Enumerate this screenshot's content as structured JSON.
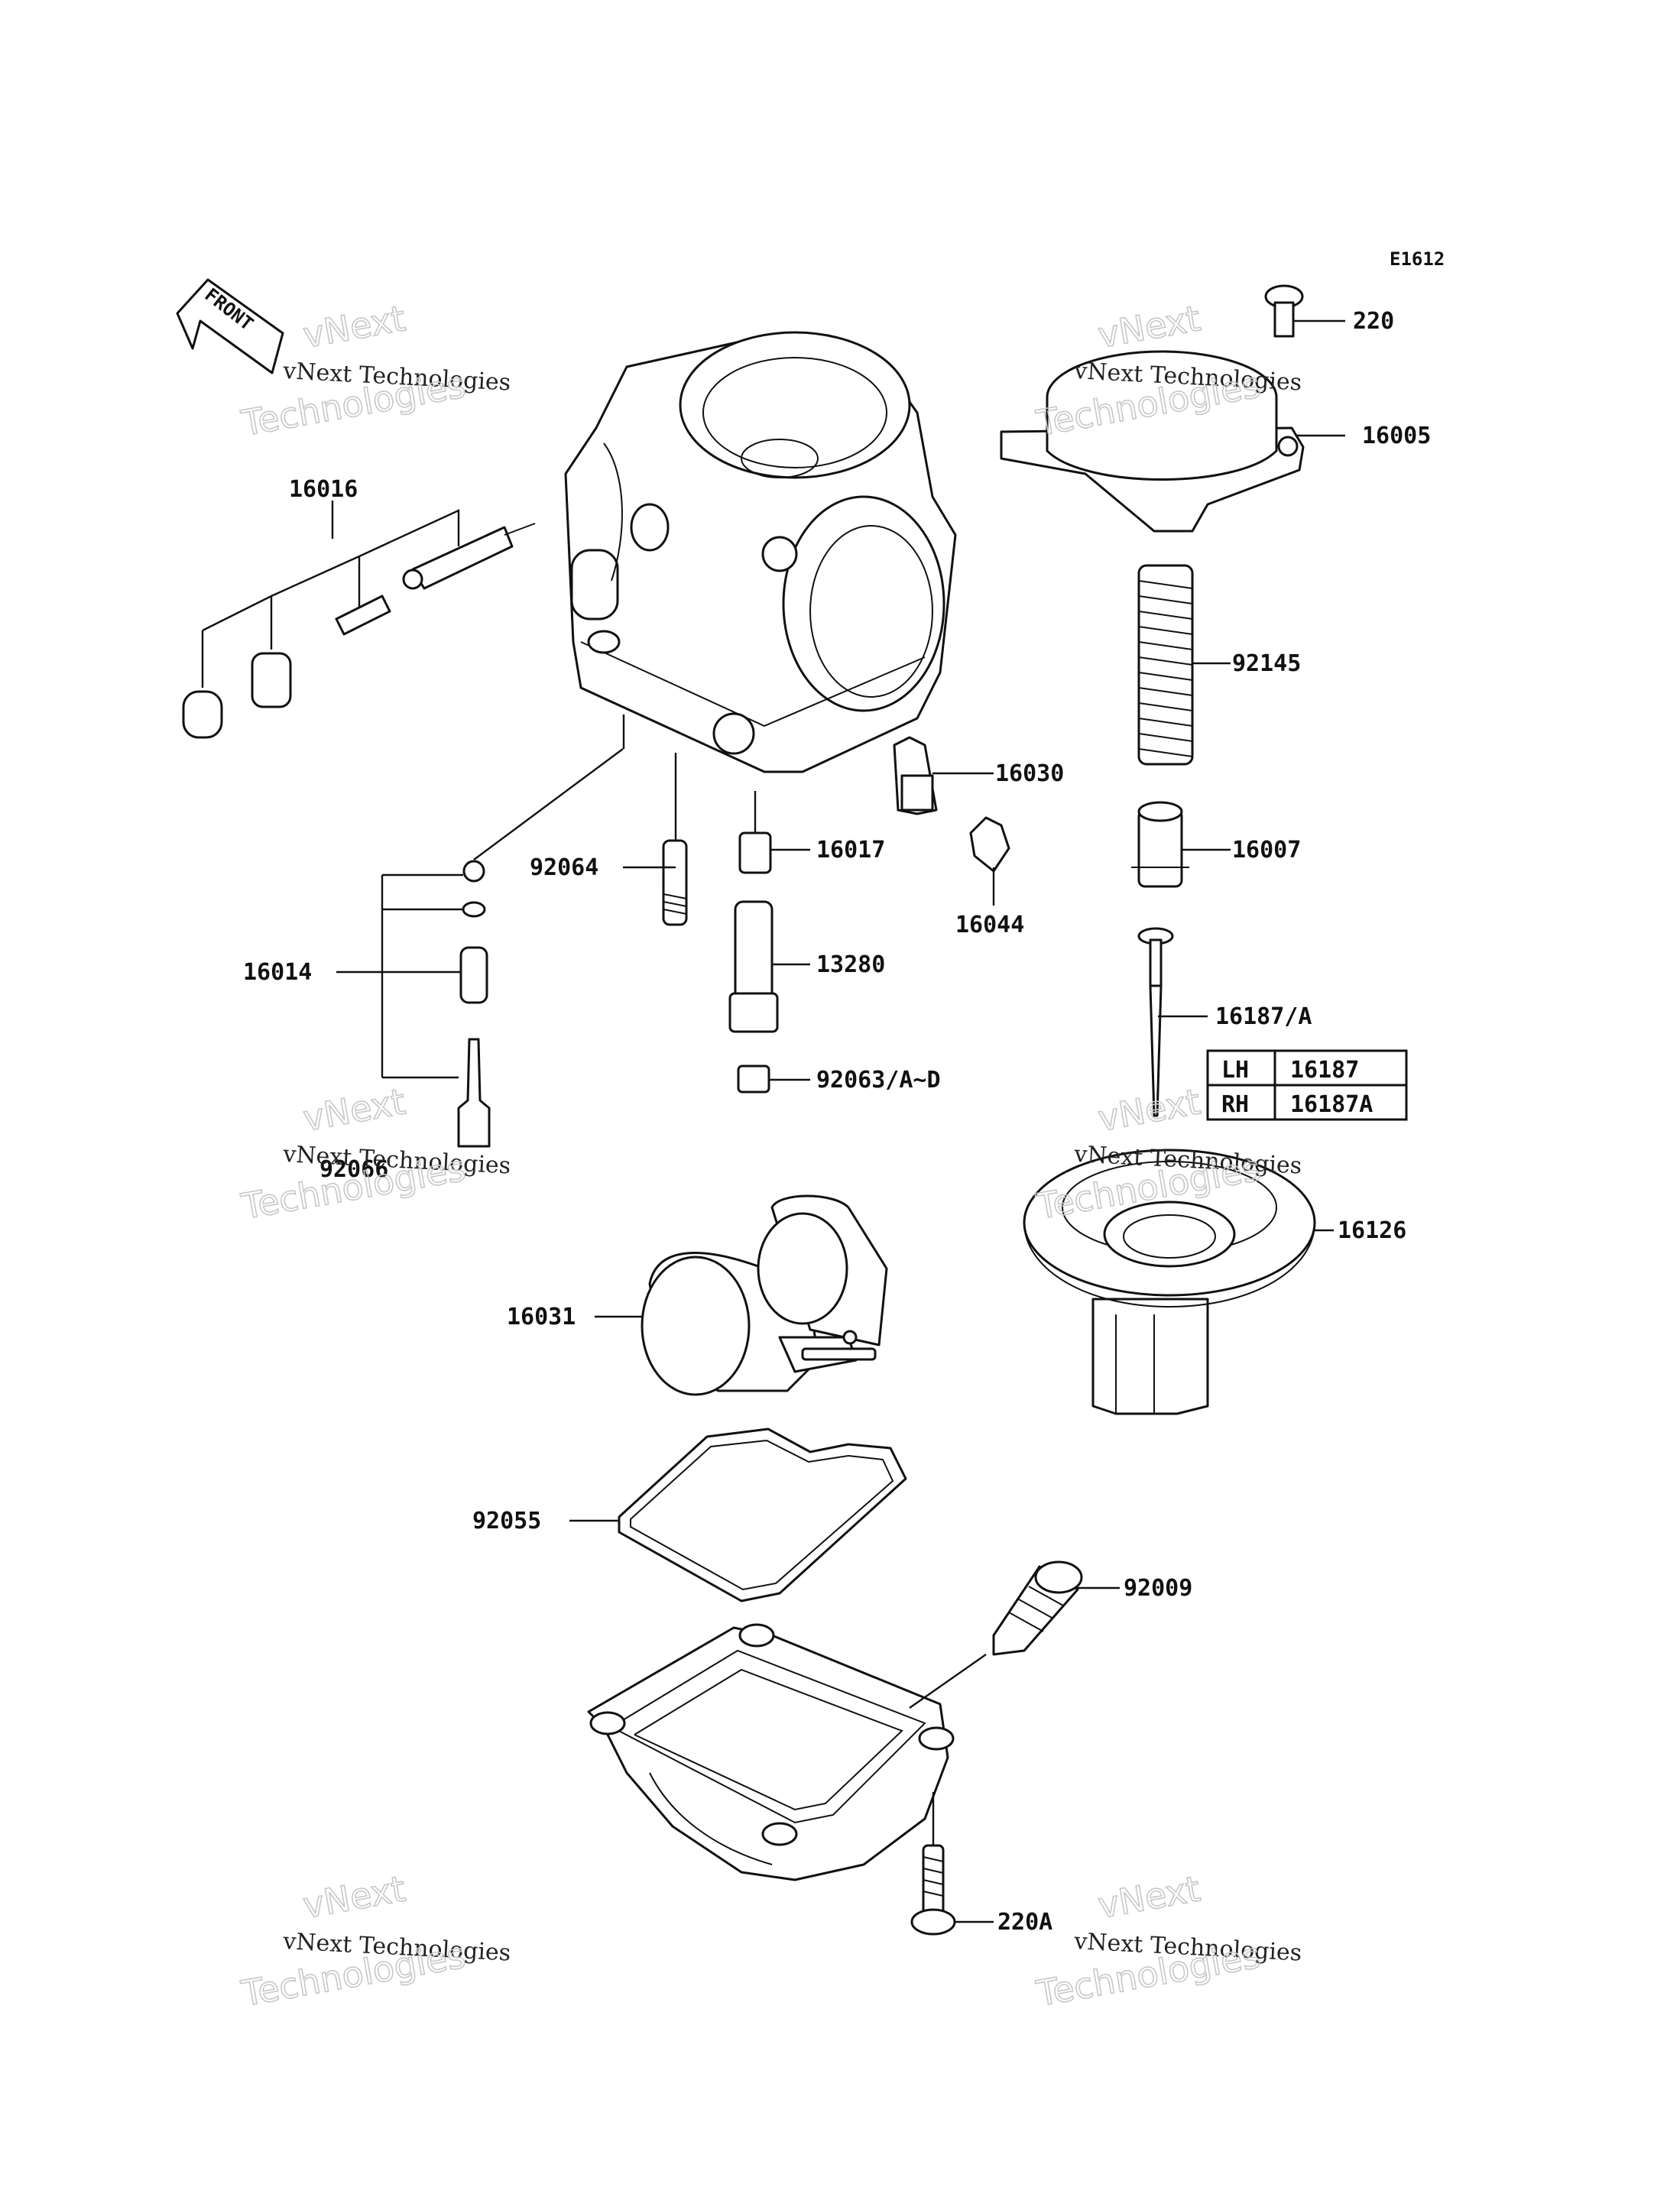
{
  "diagram": {
    "ref_code": "E1612",
    "front_label": "FRONT",
    "watermark": {
      "line1": "vNext Technologies",
      "line2": "vNext",
      "line3": "Technologies"
    },
    "callouts": {
      "p220": "220",
      "p16005": "16005",
      "p16016": "16016",
      "p92145": "92145",
      "p16030": "16030",
      "p16017": "16017",
      "p92064": "92064",
      "p16007": "16007",
      "p16044": "16044",
      "p13280": "13280",
      "p16014": "16014",
      "p16187a": "16187/A",
      "p92063": "92063/A~D",
      "p92066": "92066",
      "p16126": "16126",
      "p16031": "16031",
      "p92055": "92055",
      "p92009": "92009",
      "p220a": "220A"
    },
    "side_table": [
      {
        "side": "LH",
        "part": "16187"
      },
      {
        "side": "RH",
        "part": "16187A"
      }
    ]
  }
}
